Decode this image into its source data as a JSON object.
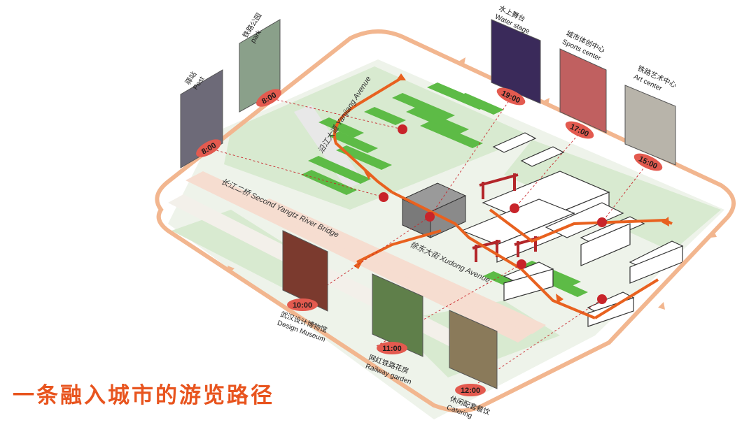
{
  "headline": "一条融入城市的游览路径",
  "streets": {
    "yanjiang": "沿江大道 Yanjiang Avenue",
    "bridge": "长江二桥 Second Yangtz River Bridge",
    "xudong": "徐东大街 Xudong Avenue"
  },
  "stops": [
    {
      "time": "8:00",
      "zh": "驿站",
      "en": "Post"
    },
    {
      "time": "8:00",
      "zh": "铁路公园",
      "en": "park"
    },
    {
      "time": "10:00",
      "zh": "武汉设计博物馆",
      "en": "Design Museum"
    },
    {
      "time": "11:00",
      "zh": "网红铁路花房",
      "en": "Railway garden"
    },
    {
      "time": "12:00",
      "zh": "休闲配套餐饮",
      "en": "Catering"
    },
    {
      "time": "15:00",
      "zh": "铁路艺术中心",
      "en": "Art center"
    },
    {
      "time": "17:00",
      "zh": "城市体创中心",
      "en": "Sports center"
    },
    {
      "time": "19:00",
      "zh": "水上舞台",
      "en": "Water stage"
    }
  ],
  "colors": {
    "route": "#e8611f",
    "loop": "#f2b68f",
    "green": "#5dbb46",
    "lightgreen": "#d8ead0",
    "road": "#f6ddd0",
    "badge": "#e35a4f"
  }
}
